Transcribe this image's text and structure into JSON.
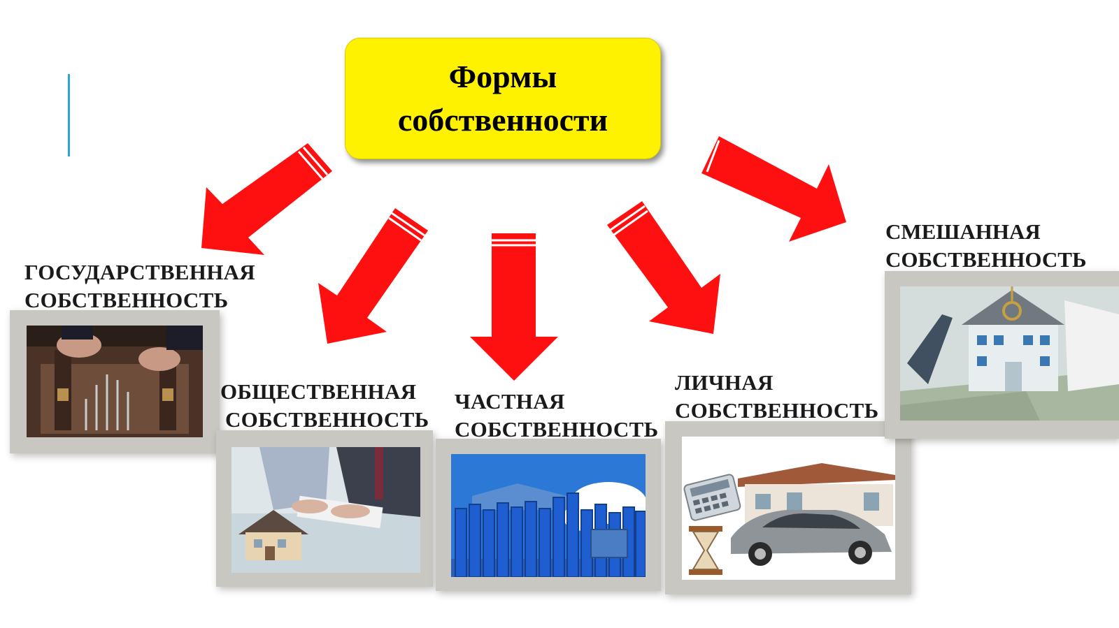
{
  "title": {
    "line1": "Формы",
    "line2": "собственности"
  },
  "forms": [
    {
      "id": "state",
      "line1": "ГОСУДАРСТВЕННАЯ",
      "line2": "СОБСТВЕННОСТЬ"
    },
    {
      "id": "public",
      "line1": "ОБЩЕСТВЕННАЯ",
      "line2": "СОБСТВЕННОСТЬ"
    },
    {
      "id": "private",
      "line1": "ЧАСТНАЯ",
      "line2": "СОБСТВЕННОСТЬ"
    },
    {
      "id": "personal",
      "line1": "ЛИЧНАЯ",
      "line2": "СОБСТВЕННОСТЬ"
    },
    {
      "id": "mixed",
      "line1": "СМЕШАННАЯ",
      "line2": "СОБСТВЕННОСТЬ"
    }
  ],
  "colors": {
    "title_bg": "#fff200",
    "arrow": "#ff0000",
    "accent": "#2aa7d6",
    "frame": "#c9c7c2"
  }
}
